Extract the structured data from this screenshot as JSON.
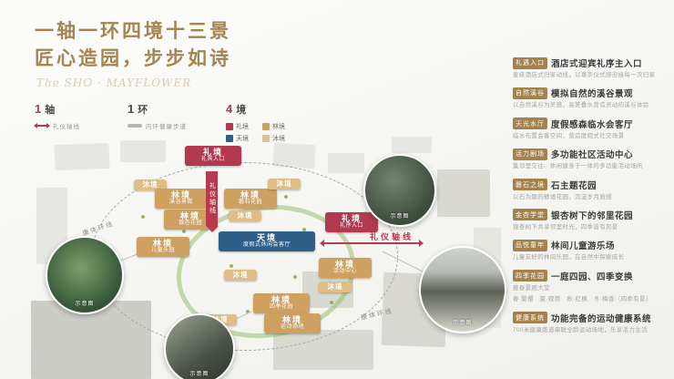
{
  "header": {
    "title_line1": "一轴一环四境十三景",
    "title_line2": "匠心造园，步步如诗",
    "watermark": "The SHO · MAYFLOWER"
  },
  "legend": {
    "axis": {
      "num": "1",
      "unit": "轴",
      "item": "礼仪轴线"
    },
    "ring": {
      "num": "1",
      "unit": "环",
      "item": "内环健康步道"
    },
    "realms": {
      "num": "4",
      "unit": "境",
      "items": [
        {
          "name": "礼境",
          "color": "#b23a50"
        },
        {
          "name": "林境",
          "color": "#cfa161"
        },
        {
          "name": "天境",
          "color": "#2e5f88"
        },
        {
          "name": "沐境",
          "color": "#e3c291"
        }
      ]
    }
  },
  "map": {
    "axis_vertical_label": "礼仪轴线",
    "axis_horizontal_label": "礼仪轴线",
    "ring_label_left": "康体环线",
    "ring_label_right": "康体环线",
    "nodes": [
      {
        "title": "礼境",
        "subtitle": "礼宾入口"
      },
      {
        "title": "沐境"
      },
      {
        "title": "林境",
        "subtitle": "溪谷景观"
      },
      {
        "title": "林境",
        "subtitle": "磐石花园"
      },
      {
        "title": "沐境"
      },
      {
        "title": "林境",
        "subtitle": "银杏花园"
      },
      {
        "title": "沐境"
      },
      {
        "title": "礼境",
        "subtitle": "礼序入口"
      },
      {
        "title": "林境",
        "subtitle": "儿童乐园"
      },
      {
        "title": "天境",
        "subtitle": "度假式休闲会客厅"
      },
      {
        "title": "林境",
        "subtitle": "活动中心"
      },
      {
        "title": "沐境"
      },
      {
        "title": "沐境"
      },
      {
        "title": "林境",
        "subtitle": "四季花园"
      },
      {
        "title": "沐境"
      },
      {
        "title": "林境",
        "subtitle": "运动场地"
      }
    ]
  },
  "photos": [
    {
      "caption": "示意图"
    },
    {
      "caption": "示意图"
    },
    {
      "caption": "示意图"
    },
    {
      "caption": "示意图"
    }
  ],
  "panel": {
    "items": [
      {
        "tag": "礼遇入口",
        "heading": "酒店式迎宾礼序主入口",
        "desc": "星级酒店式归家动线，以尊崇仪式感迎接每一次归家"
      },
      {
        "tag": "自然溪谷",
        "heading": "模拟自然的溪谷景观",
        "desc": "以自然溪谷为灵感，高差叠水营造灵动的溪谷体验"
      },
      {
        "tag": "天光水厅",
        "heading": "度假感森临水会客厅",
        "desc": "临水布置会客空间，营造度假式社交场景"
      },
      {
        "tag": "活力剧场",
        "heading": "多功能社区活动中心",
        "desc": "集邻里交往、休闲健身于一体的多功能活动场所"
      },
      {
        "tag": "磐石之境",
        "heading": "石主题花园",
        "desc": "以石为题的静谧花园，沉淀岁月质感"
      },
      {
        "tag": "金杏学堂",
        "heading": "银杏树下的邻里花园",
        "desc": "银杏树下共享邻里时光，四季皆有风景"
      },
      {
        "tag": "品悦童年",
        "heading": "林间儿童游乐场",
        "desc": "儿童友好的林间乐园，在自然中探索成长"
      },
      {
        "tag": "四季花园",
        "heading": "一庭四园、四季变换",
        "desc": "报春景观大堂",
        "desc2": "春·繁樱　夏·观荷　秋·红枫　冬·梅香（四季有景）"
      },
      {
        "tag": "健康系统",
        "heading": "功能完备的运动健康系统",
        "desc": "700米健康跑道串联全龄运动场地，乐享活力生活"
      }
    ]
  },
  "colors": {
    "gold": "#a5854f",
    "li_red": "#b23a50",
    "tian_blue": "#2e5f88",
    "lin_tan": "#cfa161",
    "mu_tan": "#e3c291"
  }
}
